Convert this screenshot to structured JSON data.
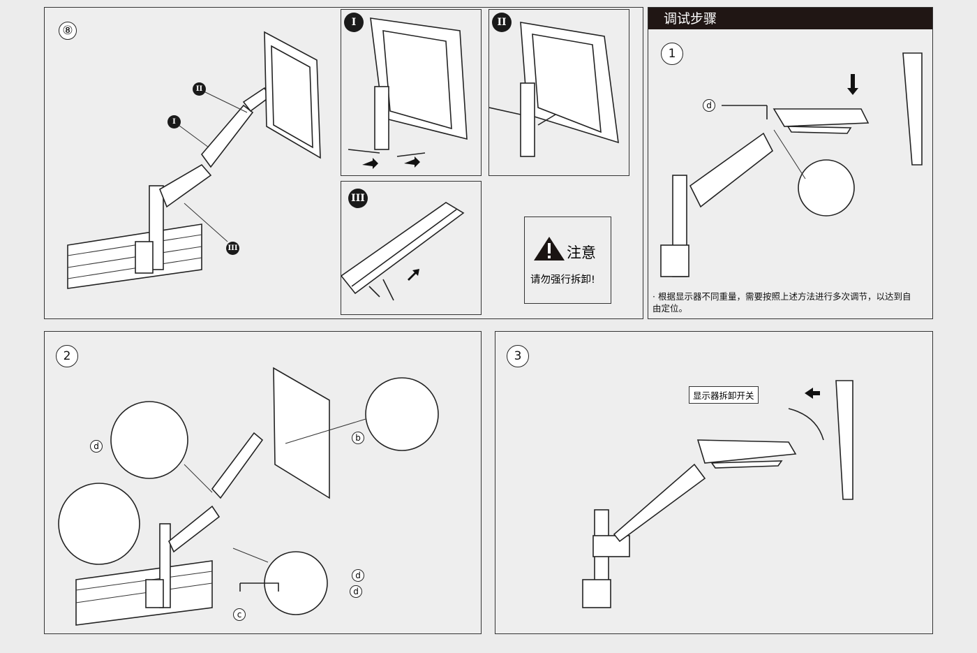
{
  "panel_8": {
    "step": "⑧",
    "callouts": [
      "I",
      "II",
      "III"
    ],
    "sub_steps": [
      {
        "label": "I"
      },
      {
        "label": "II"
      },
      {
        "label": "III"
      }
    ],
    "warning": {
      "title": "注意",
      "text": "请勿强行拆卸!"
    }
  },
  "panel_debug": {
    "title": "调试步骤",
    "step": "1",
    "tool_label": "d",
    "note": "· 根据显示器不同重量，需要按照上述方法进行多次调节，以达到自由定位。"
  },
  "panel_2": {
    "step": "2",
    "labels": [
      "d",
      "b",
      "d",
      "d",
      "c"
    ]
  },
  "panel_3": {
    "step": "3",
    "switch_label": "显示器拆卸开关"
  }
}
